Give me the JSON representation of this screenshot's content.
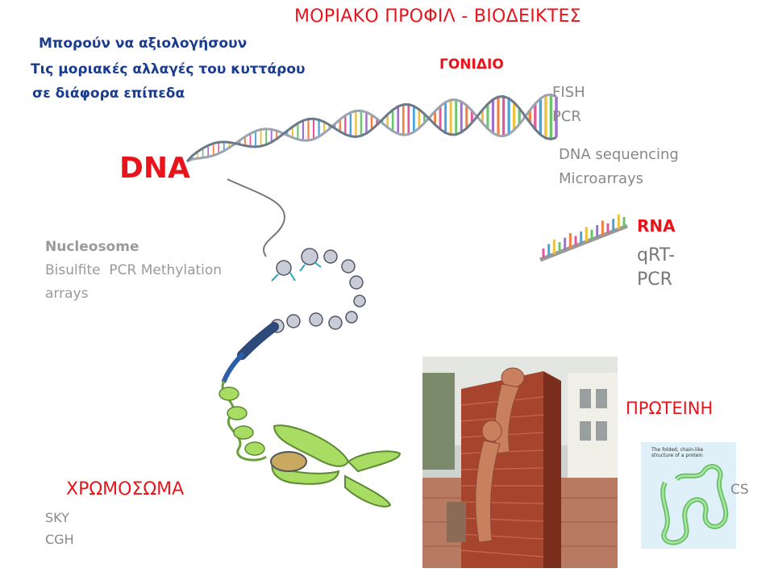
{
  "title": "ΜΟΡΙΑΚΟ ΠΡΟΦΙΛ - ΒΙΟΔΕΙΚΤΕΣ",
  "intro": {
    "line1": "Μπορούν να αξιολογήσουν",
    "line2": "Τις μοριακές αλλαγές του κυττάρου",
    "line3": "σε διάφορα επίπεδα"
  },
  "labels": {
    "gene": "ΓΟΝΙΔΙΟ",
    "dna": "DNA",
    "rna": "RNA",
    "protein": "ΠΡΩΤΕΙΝΗ",
    "chromosome": "ΧΡΩΜΟΣΩΜΑ"
  },
  "techniques": {
    "gene": "FISH\nPCR",
    "dna": "DNA sequencing\nMicroarrays",
    "nucleosome_head": "Nucleosome",
    "nucleosome_body": "Bisulfite  PCR Methylation\narrays",
    "rna": "qRT-\nPCR",
    "chromosome": "SKY\nCGH",
    "protein_partial": "CS"
  },
  "protein_caption": "The folded, chain-like structure of a protein",
  "colors": {
    "title_red": "#e8141b",
    "intro_blue": "#1a3c8c",
    "technique_gray": "#888888",
    "chromosome_green": "#9fd85a",
    "protein_green": "#8fe07a"
  }
}
